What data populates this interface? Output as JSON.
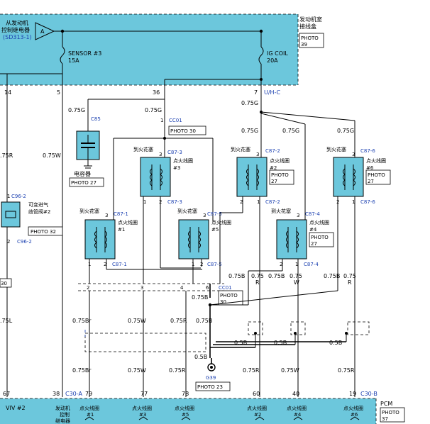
{
  "colors": {
    "panel": "#6cc7dc",
    "coil": "#6cc7dc",
    "accent_text": "#1a3fb0"
  },
  "top_panel": {
    "relay_label_1": "从发动机",
    "relay_label_2": "控制继电器",
    "relay_ref": "(SD313-1)",
    "relay_symbol": "A",
    "engine_room_1": "发动机室",
    "engine_room_2": "接线盒",
    "photo_label": "PHOTO",
    "photo_num": "39",
    "fuse1_name": "SENSOR #3",
    "fuse1_rating": "15A",
    "fuse2_name": "IG COIL",
    "fuse2_rating": "20A"
  },
  "pins_top": {
    "p14": "14",
    "p5": "5",
    "p36": "36",
    "p7": "7",
    "uhc": "U/H-C"
  },
  "wires": {
    "w075R_left": ".75R",
    "w075W": "0.75W",
    "w075G_a": "0.75G",
    "w075G_b": "0.75G",
    "w075G_c": "0.75G",
    "w075G_d": "0.75G",
    "w075G_e": "0.75G",
    "w075G_f": "0.75G",
    "w075B_1": "0.75B",
    "w075R_1": "0.75",
    "w075R_1b": "R",
    "w075B_2": "0.75B",
    "w075W_2": "0.75",
    "w075W_2b": "W",
    "w075B_3": "0.75B",
    "w075R_3": "0.75",
    "w075R_3b": "R",
    "w075B_4": "0.75B",
    "w05B_1": "0.5B",
    "w05B_2": "0.5B",
    "w05B_3": "0.5B",
    "w05B_4": "0.5B",
    "w075L": ".75L",
    "lower_Br": "0.75Br",
    "lower_W": "0.75W",
    "lower_R": "0.75R",
    "lower_B": "0.75B",
    "bot_Br": "0.75Br",
    "bot_W": "0.75W",
    "bot_R": "0.75R",
    "bot_R2": "0.75R",
    "bot_W2": "0.75W",
    "bot_R3": "0.75R"
  },
  "connectors": {
    "c85": "C85",
    "cc01": "CC01",
    "cc01b": "CC01",
    "c87_3a": "C87-3",
    "c87_3b": "C87-3",
    "c87_2a": "C87-2",
    "c87_2b": "C87-2",
    "c87_6a": "C87-6",
    "c87_6b": "C87-6",
    "c87_1a": "C87-1",
    "c87_1b": "C87-1",
    "c87_5a": "C87-5",
    "c87_5b": "C87-5",
    "c87_4a": "C87-4",
    "c87_4b": "C87-4",
    "c96_2a": "C96-2",
    "c96_2b": "C96-2",
    "c30a": "C30-A",
    "c30b": "C30-B",
    "g39": "G39"
  },
  "components": {
    "capacitor": "电容器",
    "spark_plug": "到火花塞",
    "coil": "点火线圈",
    "coil1": "#1",
    "coil2": "#2",
    "coil3": "#3",
    "coil4": "#4",
    "coil5": "#5",
    "coil6": "#6",
    "valve_1": "可变进气",
    "valve_2": "歧管阀#2"
  },
  "photos": {
    "p30": "PHOTO 30",
    "p27": "PHOTO 27",
    "p32": "PHOTO 32",
    "p23": "PHOTO 23",
    "photo": "PHOTO",
    "n27": "27",
    "n30": "30",
    "n37": "37",
    "left_30": "30"
  },
  "pcm": {
    "title": "PCM",
    "pins": [
      "67",
      "38",
      "79",
      "77",
      "78",
      "60",
      "40",
      "19"
    ],
    "viv": "VIV #2",
    "ecr_1": "发动机",
    "ecr_2": "控制",
    "ecr_3": "继电器",
    "ig": "点火线圈",
    "n1": "#1",
    "n3": "#3",
    "n5": "#5",
    "n2": "#2",
    "n4": "#4",
    "n6": "#6"
  },
  "pin_nums": {
    "one": "1",
    "two": "2",
    "three": "3",
    "four": "4",
    "six": "6"
  }
}
